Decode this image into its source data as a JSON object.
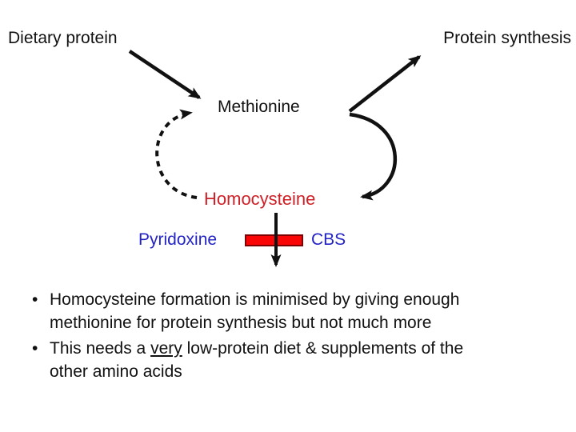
{
  "labels": {
    "dietary_protein": "Dietary protein",
    "protein_synthesis": "Protein synthesis",
    "methionine": "Methionine",
    "homocysteine": "Homocysteine",
    "pyridoxine": "Pyridoxine",
    "cbs": "CBS"
  },
  "bullets": {
    "marker": "•",
    "items": [
      {
        "lines": [
          {
            "pre": "Homocysteine formation is minimised by giving enough",
            "underline": "",
            "post": ""
          },
          {
            "pre": "methionine for protein synthesis but not much more",
            "underline": "",
            "post": ""
          }
        ]
      },
      {
        "lines": [
          {
            "pre": "This needs a ",
            "underline": "very",
            "post": " low-protein diet & supplements of the"
          },
          {
            "pre": "other amino acids",
            "underline": "",
            "post": ""
          }
        ]
      }
    ]
  },
  "colors": {
    "ink": "#111111",
    "red-text": "#ce2027",
    "blue-text": "#2323c4",
    "bar-red": "#f90505",
    "bar-border": "#7f0000",
    "background": "#ffffff"
  }
}
